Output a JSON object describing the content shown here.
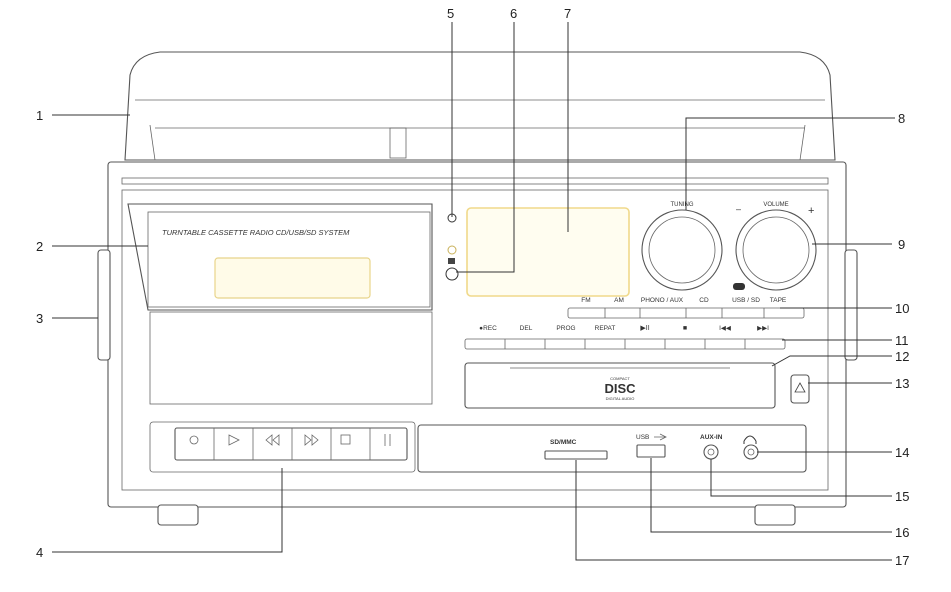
{
  "panel": {
    "cassette_title": "TURNTABLE CASSETTE RADIO CD/USB/SD SYSTEM",
    "tuning": "TUNING",
    "volume": "VOLUME",
    "vol_minus": "–",
    "vol_plus": "+",
    "cd_logo_top": "COMPACT",
    "cd_logo_main": "DISC",
    "cd_logo_bottom": "DIGITAL AUDIO",
    "sd_slot": "SD/MMC",
    "usb": "USB",
    "aux": "AUX-IN"
  },
  "source_buttons": [
    "FM",
    "AM",
    "PHONO / AUX",
    "CD",
    "USB / SD",
    "TAPE"
  ],
  "function_buttons": [
    "●REC",
    "DEL",
    "PROG",
    "REPAT",
    "▶II",
    "■",
    "I◀◀",
    "▶▶I"
  ],
  "callouts": [
    "1",
    "2",
    "3",
    "4",
    "5",
    "6",
    "7",
    "8",
    "9",
    "10",
    "11",
    "12",
    "13",
    "14",
    "15",
    "16",
    "17"
  ],
  "icons": [
    "power-icon",
    "remote-sensor-icon",
    "headphone-icon",
    "usb-symbol-icon",
    "eject-icon",
    "tape-control-icons"
  ]
}
